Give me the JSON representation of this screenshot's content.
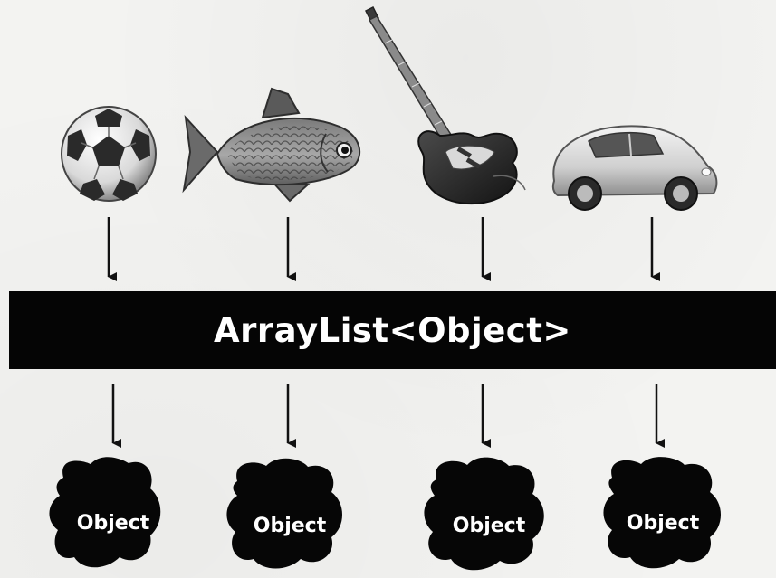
{
  "diagram": {
    "container_label": "ArrayList<Object>",
    "items": [
      {
        "icon": "soccer-ball-icon",
        "result_label": "Object"
      },
      {
        "icon": "fish-icon",
        "result_label": "Object"
      },
      {
        "icon": "electric-guitar-icon",
        "result_label": "Object"
      },
      {
        "icon": "car-icon",
        "result_label": "Object"
      }
    ]
  }
}
